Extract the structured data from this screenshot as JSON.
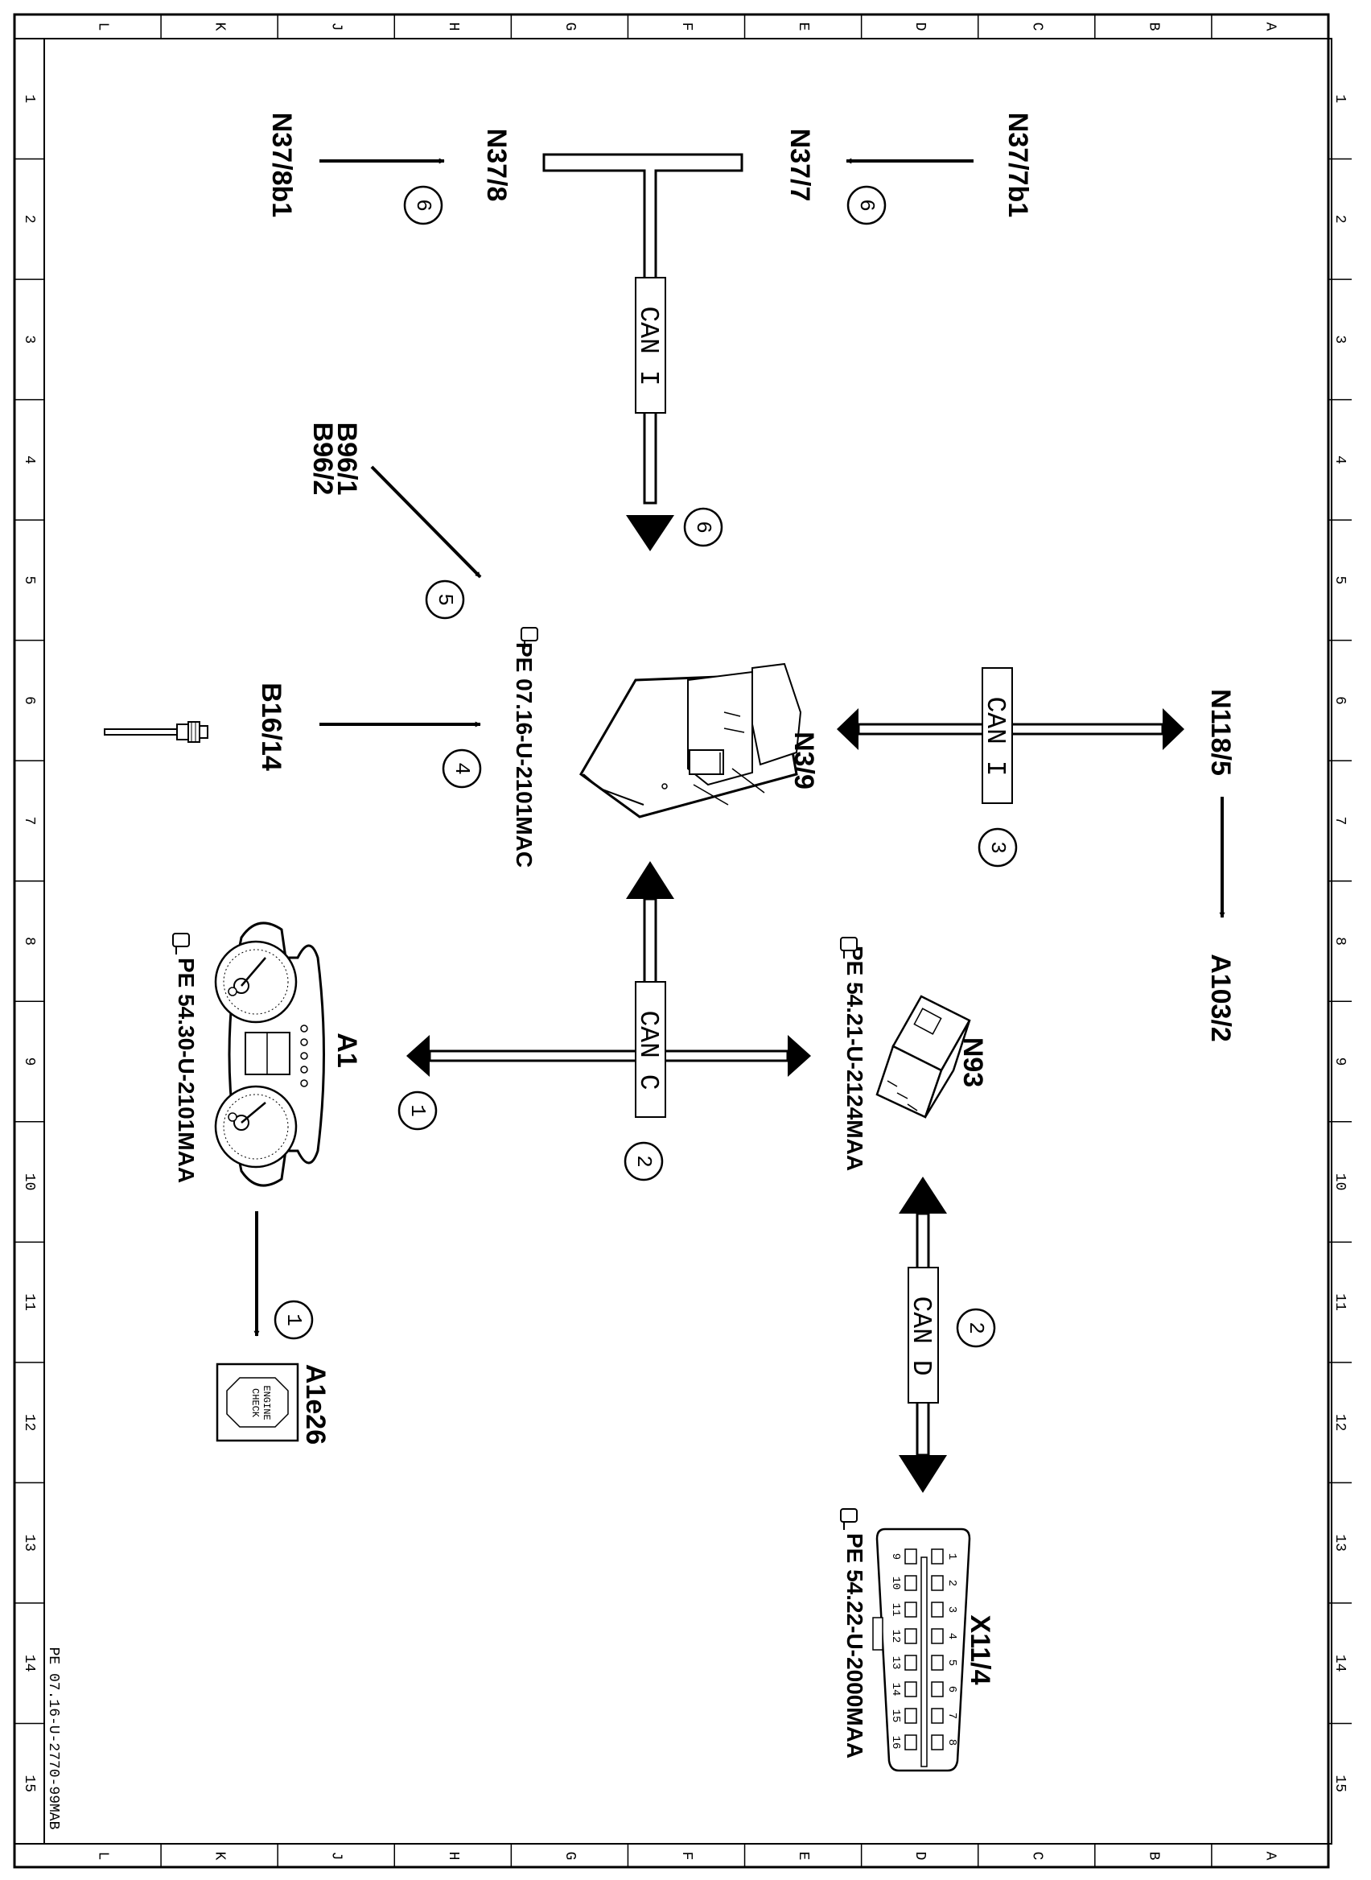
{
  "frame": {
    "col_letters": [
      "L",
      "K",
      "J",
      "H",
      "G",
      "F",
      "E",
      "D",
      "C",
      "B",
      "A"
    ],
    "row_numbers": [
      "1",
      "2",
      "3",
      "4",
      "5",
      "6",
      "7",
      "8",
      "9",
      "10",
      "11",
      "12",
      "13",
      "14",
      "15"
    ]
  },
  "components": {
    "n37_8b1": "N37/8b1",
    "n37_8": "N37/8",
    "n37_7": "N37/7",
    "n37_7b1": "N37/7b1",
    "b96_1": "B96/1",
    "b96_2": "B96/2",
    "b16_14": "B16/14",
    "n3_9": "N3/9",
    "n118_5": "N118/5",
    "a103_2": "A103/2",
    "a1": "A1",
    "n93": "N93",
    "a1e26": "A1e26",
    "x11_4": "X11/4"
  },
  "references": {
    "n3_9": "PE 07.16-U-2101MAC",
    "a1": "PE 54.30-U-2101MAA",
    "n93": "PE 54.21-U-2124MAA",
    "x11_4": "PE 54.22-U-2000MAA"
  },
  "bus_labels": {
    "can_i_top": "CAN I",
    "can_i_right": "CAN I",
    "can_c": "CAN C",
    "can_d": "CAN D"
  },
  "markers": {
    "m6a": "6",
    "m6b": "6",
    "m6c": "6",
    "m5": "5",
    "m4": "4",
    "m3": "3",
    "m1a": "1",
    "m1b": "1",
    "m2a": "2",
    "m2b": "2"
  },
  "lamp_text": {
    "line1": "CHECK",
    "line2": "ENGINE"
  },
  "connector_pins_top": [
    "1",
    "2",
    "3",
    "4",
    "5",
    "6",
    "7",
    "8"
  ],
  "connector_pins_bottom": [
    "9",
    "10",
    "11",
    "12",
    "13",
    "14",
    "15",
    "16"
  ],
  "footer_code": "PE 07.16-U-2770-99MAB"
}
